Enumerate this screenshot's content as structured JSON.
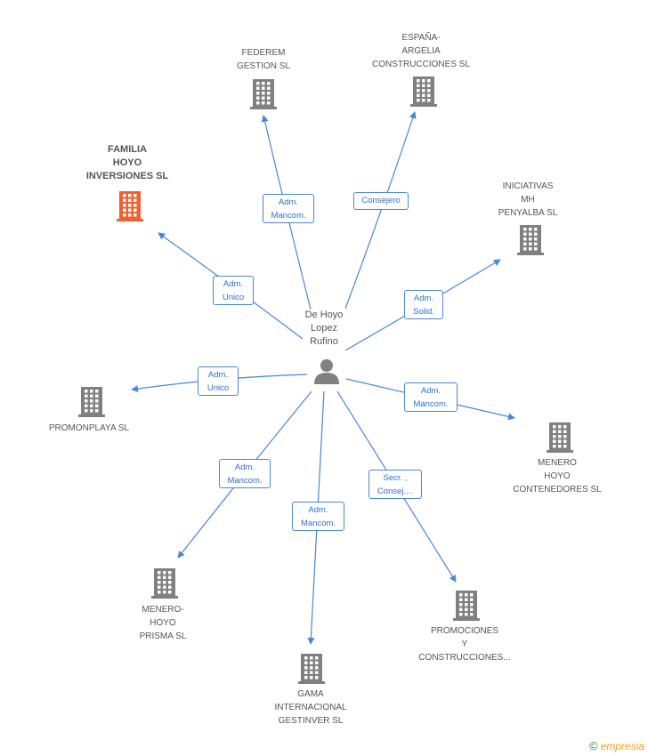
{
  "center": {
    "label": "De Hoyo\nLopez\nRufino",
    "icon": "person-icon"
  },
  "colors": {
    "edge": "#4a86d8",
    "building": "#808080",
    "highlight": "#f06030",
    "text": "#555555"
  },
  "companies": [
    {
      "id": "federem",
      "label": "FEDEREM\nGESTION SL",
      "highlight": false
    },
    {
      "id": "espana-argelia",
      "label": "ESPAÑA-\nARGELIA\nCONSTRUCCIONES SL",
      "highlight": false
    },
    {
      "id": "familia-hoyo",
      "label": "FAMILIA\nHOYO\nINVERSIONES SL",
      "highlight": true
    },
    {
      "id": "iniciativas-mh",
      "label": "INICIATIVAS\nMH\nPENYALBA SL",
      "highlight": false
    },
    {
      "id": "promonplaya",
      "label": "PROMONPLAYA SL",
      "highlight": false
    },
    {
      "id": "menero-hoyo-contenedores",
      "label": "MENERO\nHOYO\nCONTENEDORES SL",
      "highlight": false
    },
    {
      "id": "menero-hoyo-prisma",
      "label": "MENERO-\nHOYO\nPRISMA SL",
      "highlight": false
    },
    {
      "id": "gama-internacional",
      "label": "GAMA\nINTERNACIONAL\nGESTINVER SL",
      "highlight": false
    },
    {
      "id": "promociones-construcciones",
      "label": "PROMOCIONES\nY\nCONSTRUCCIONES...",
      "highlight": false
    }
  ],
  "relations": [
    {
      "target": "federem",
      "label": "Adm.\nMancom."
    },
    {
      "target": "espana-argelia",
      "label": "Consejero"
    },
    {
      "target": "familia-hoyo",
      "label": "Adm.\nUnico"
    },
    {
      "target": "iniciativas-mh",
      "label": "Adm.\nSolid."
    },
    {
      "target": "promonplaya",
      "label": "Adm.\nUnico"
    },
    {
      "target": "menero-hoyo-contenedores",
      "label": "Adm.\nMancom."
    },
    {
      "target": "menero-hoyo-prisma",
      "label": "Adm.\nMancom."
    },
    {
      "target": "gama-internacional",
      "label": "Adm.\nMancom."
    },
    {
      "target": "promociones-construcciones",
      "label": "Secr. ,\nConsej...."
    }
  ],
  "footer": {
    "copyright": "©",
    "brand_initial": "e",
    "brand_rest": "mpresia"
  }
}
